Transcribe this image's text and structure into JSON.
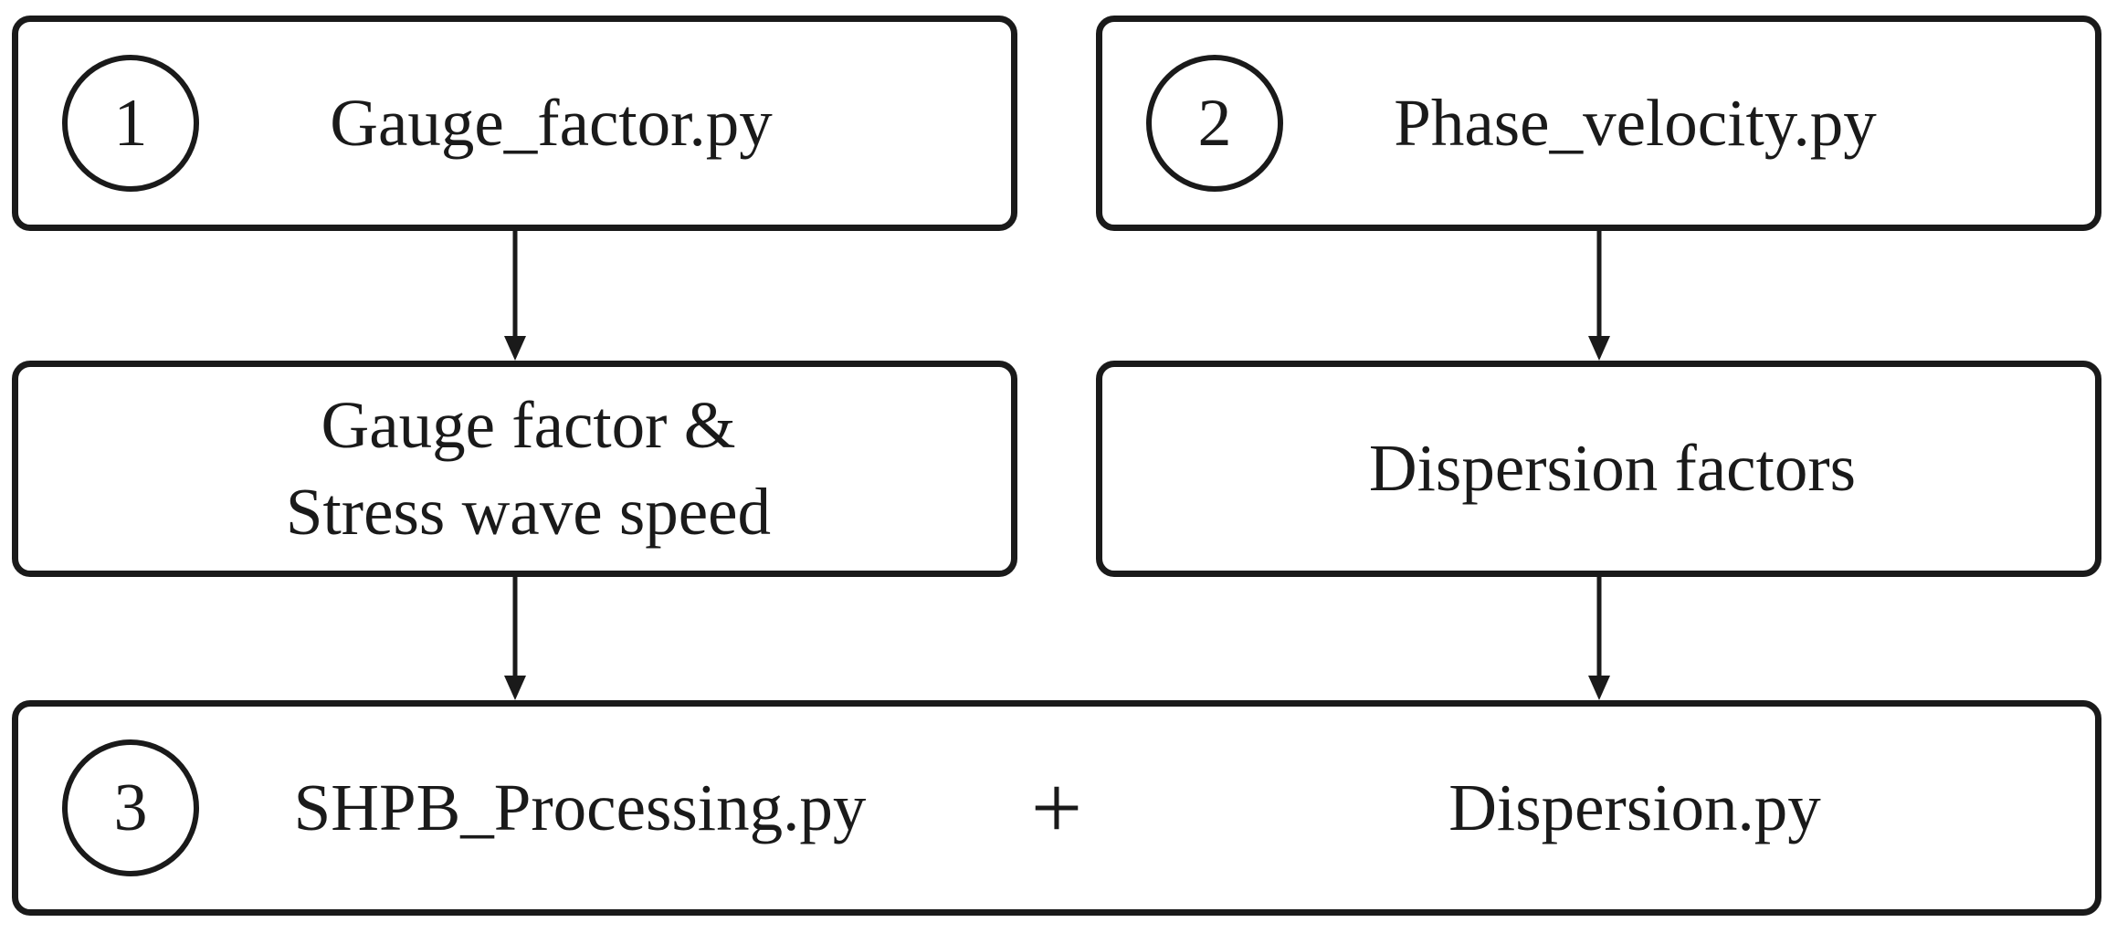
{
  "figure": {
    "type": "flowchart",
    "colors": {
      "ink": "#1a1a1a",
      "background": "#ffffff"
    }
  },
  "nodes": {
    "script1": {
      "badge": "1",
      "label": "Gauge_factor.py"
    },
    "script2": {
      "badge": "2",
      "label": "Phase_velocity.py"
    },
    "result1": {
      "line1": "Gauge factor &",
      "line2": "Stress wave speed"
    },
    "result2": {
      "label": "Dispersion factors"
    },
    "combined": {
      "badge": "3",
      "label_left": "SHPB_Processing.py",
      "operator": "+",
      "label_right": "Dispersion.py"
    }
  }
}
